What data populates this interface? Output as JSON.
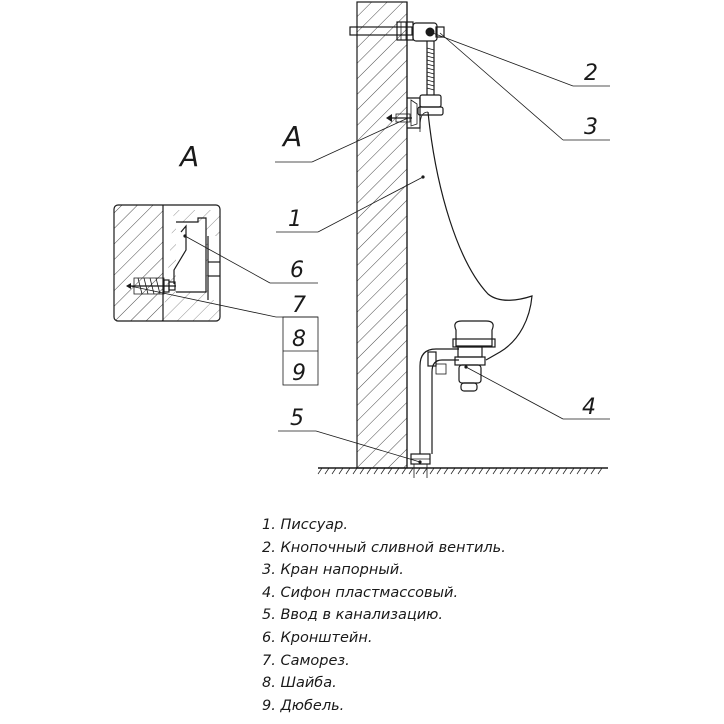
{
  "view_label": "А",
  "detail_label": "А",
  "callouts": {
    "c1": "1",
    "c2": "2",
    "c3": "3",
    "c4": "4",
    "c5": "5",
    "c6": "6",
    "c7": "7",
    "c8": "8",
    "c9": "9"
  },
  "legend": [
    "1. Писсуар.",
    "2. Кнопочный сливной вентиль.",
    "3. Кран напорный.",
    "4. Сифон пластмассовый.",
    "5. Ввод в канализацию.",
    "6. Кронштейн.",
    "7. Саморез.",
    "8. Шайба.",
    "9. Дюбель."
  ]
}
